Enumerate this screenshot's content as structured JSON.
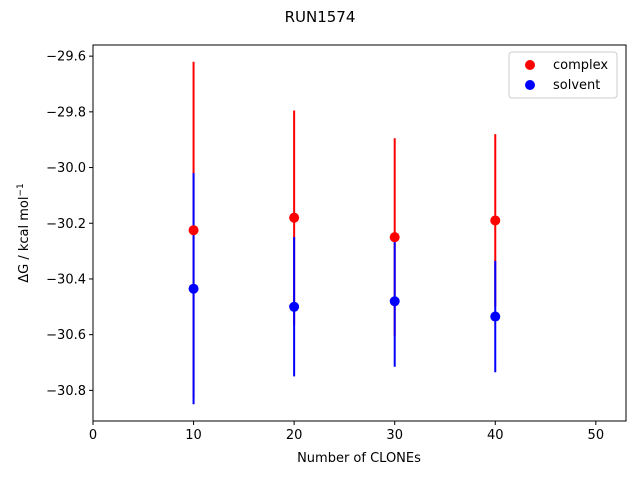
{
  "chart_data": {
    "type": "scatter",
    "title": "RUN1574",
    "xlabel": "Number of CLONEs",
    "ylabel": "ΔG / kcal mol",
    "ylabel_superscript": "−1",
    "xlim": [
      0,
      53
    ],
    "ylim": [
      -30.91,
      -29.56
    ],
    "xticks": [
      0,
      10,
      20,
      30,
      40,
      50
    ],
    "yticks": [
      -30.8,
      -30.6,
      -30.4,
      -30.2,
      -30.0,
      -29.8,
      -29.6
    ],
    "ytick_labels": [
      "−30.8",
      "−30.6",
      "−30.4",
      "−30.2",
      "−30.0",
      "−29.8",
      "−29.6"
    ],
    "legend_position": "top-right",
    "series": [
      {
        "name": "complex",
        "color": "#ff0000",
        "x": [
          10,
          20,
          30,
          40
        ],
        "y": [
          -30.225,
          -30.18,
          -30.25,
          -30.19
        ],
        "yerr": [
          0.605,
          0.385,
          0.355,
          0.31
        ]
      },
      {
        "name": "solvent",
        "color": "#0000ff",
        "x": [
          10,
          20,
          30,
          40
        ],
        "y": [
          -30.435,
          -30.5,
          -30.48,
          -30.535
        ],
        "yerr": [
          0.415,
          0.25,
          0.235,
          0.2
        ]
      }
    ]
  }
}
